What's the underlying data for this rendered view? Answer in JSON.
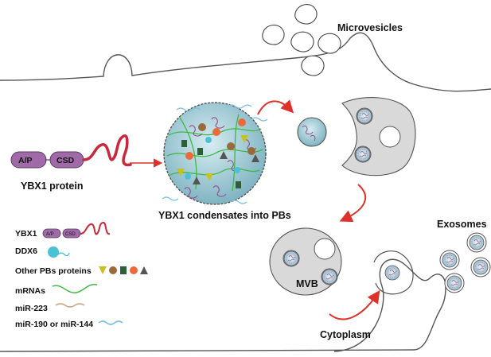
{
  "labels": {
    "microvesicles": "Microvesicles",
    "ybx1_protein": "YBX1 protein",
    "condensates": "YBX1 condensates into PBs",
    "exosomes": "Exosomes",
    "mvb": "MVB",
    "cytoplasm": "Cytoplasm"
  },
  "protein_domains": {
    "ap": "A/P",
    "csd": "CSD"
  },
  "legend": {
    "ybx1": "YBX1",
    "ybx1_ap": "A/P",
    "ybx1_csd": "CSD",
    "ddx6": "DDX6",
    "other_pbs": "Other PBs proteins",
    "mrnas": "mRNAs",
    "mir223": "miR-223",
    "mir190": "miR-190 or miR-144"
  },
  "colors": {
    "ybx1_domain": "#a06aa8",
    "ybx1_tail": "#c8283a",
    "ddx6": "#4cc0d6",
    "mrna": "#3fb845",
    "mir223": "#c9ad8c",
    "mir190": "#7cc0e6",
    "arrow": "#e0302a",
    "pb_sphere": "#8fc3cf",
    "vesicle_gray": "#d9d9d9",
    "other_pbs": [
      "#c8c220",
      "#9a6b3a",
      "#2f5e3b",
      "#ec6a3a",
      "#555555"
    ]
  }
}
